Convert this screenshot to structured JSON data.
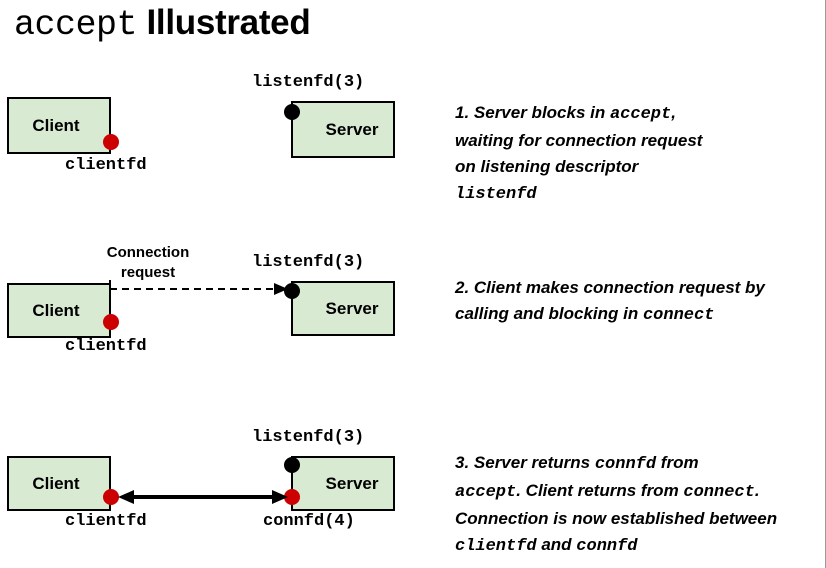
{
  "title": {
    "code_part": "accept",
    "text_part": "Illustrated"
  },
  "colors": {
    "box_fill": "#d9ead3",
    "box_border": "#000000",
    "dot_red": "#cc0000",
    "dot_black": "#000000",
    "text": "#000000",
    "background": "#ffffff"
  },
  "rows": [
    {
      "client_label": "Client",
      "server_label": "Server",
      "client_fd": "clientfd",
      "server_top_fd": "listenfd(3)",
      "server_bottom_fd": "",
      "caption_line1": "",
      "caption_line2": ""
    },
    {
      "client_label": "Client",
      "server_label": "Server",
      "client_fd": "clientfd",
      "server_top_fd": "listenfd(3)",
      "server_bottom_fd": "",
      "caption_line1": "Connection",
      "caption_line2": "request"
    },
    {
      "client_label": "Client",
      "server_label": "Server",
      "client_fd": "clientfd",
      "server_top_fd": "listenfd(3)",
      "server_bottom_fd": "connfd(4)",
      "caption_line1": "",
      "caption_line2": ""
    }
  ],
  "steps": [
    {
      "number": "1.",
      "segments": [
        {
          "type": "text",
          "value": "1. Server blocks in "
        },
        {
          "type": "code",
          "value": "accept"
        },
        {
          "type": "text",
          "value": ","
        },
        {
          "type": "break",
          "value": ""
        },
        {
          "type": "text",
          "value": "waiting for connection request"
        },
        {
          "type": "break",
          "value": ""
        },
        {
          "type": "text",
          "value": "on listening descriptor"
        },
        {
          "type": "break",
          "value": ""
        },
        {
          "type": "code",
          "value": "listenfd"
        }
      ]
    },
    {
      "number": "2.",
      "segments": [
        {
          "type": "text",
          "value": "2. Client makes connection request by"
        },
        {
          "type": "break",
          "value": ""
        },
        {
          "type": "text",
          "value": "calling and blocking in "
        },
        {
          "type": "code",
          "value": "connect"
        }
      ]
    },
    {
      "number": "3.",
      "segments": [
        {
          "type": "text",
          "value": "3. Server returns "
        },
        {
          "type": "code",
          "value": "connfd"
        },
        {
          "type": "text",
          "value": " from"
        },
        {
          "type": "break",
          "value": ""
        },
        {
          "type": "code",
          "value": "accept"
        },
        {
          "type": "text",
          "value": ". Client returns from "
        },
        {
          "type": "code",
          "value": "connect"
        },
        {
          "type": "text",
          "value": "."
        },
        {
          "type": "break",
          "value": ""
        },
        {
          "type": "text",
          "value": "Connection is now established between"
        },
        {
          "type": "break",
          "value": ""
        },
        {
          "type": "code",
          "value": "clientfd"
        },
        {
          "type": "text",
          "value": " and "
        },
        {
          "type": "code",
          "value": "connfd"
        }
      ]
    }
  ],
  "arrows": {
    "connection_request": "dashed-arrow-right",
    "established_connection": "solid-double-arrow"
  }
}
